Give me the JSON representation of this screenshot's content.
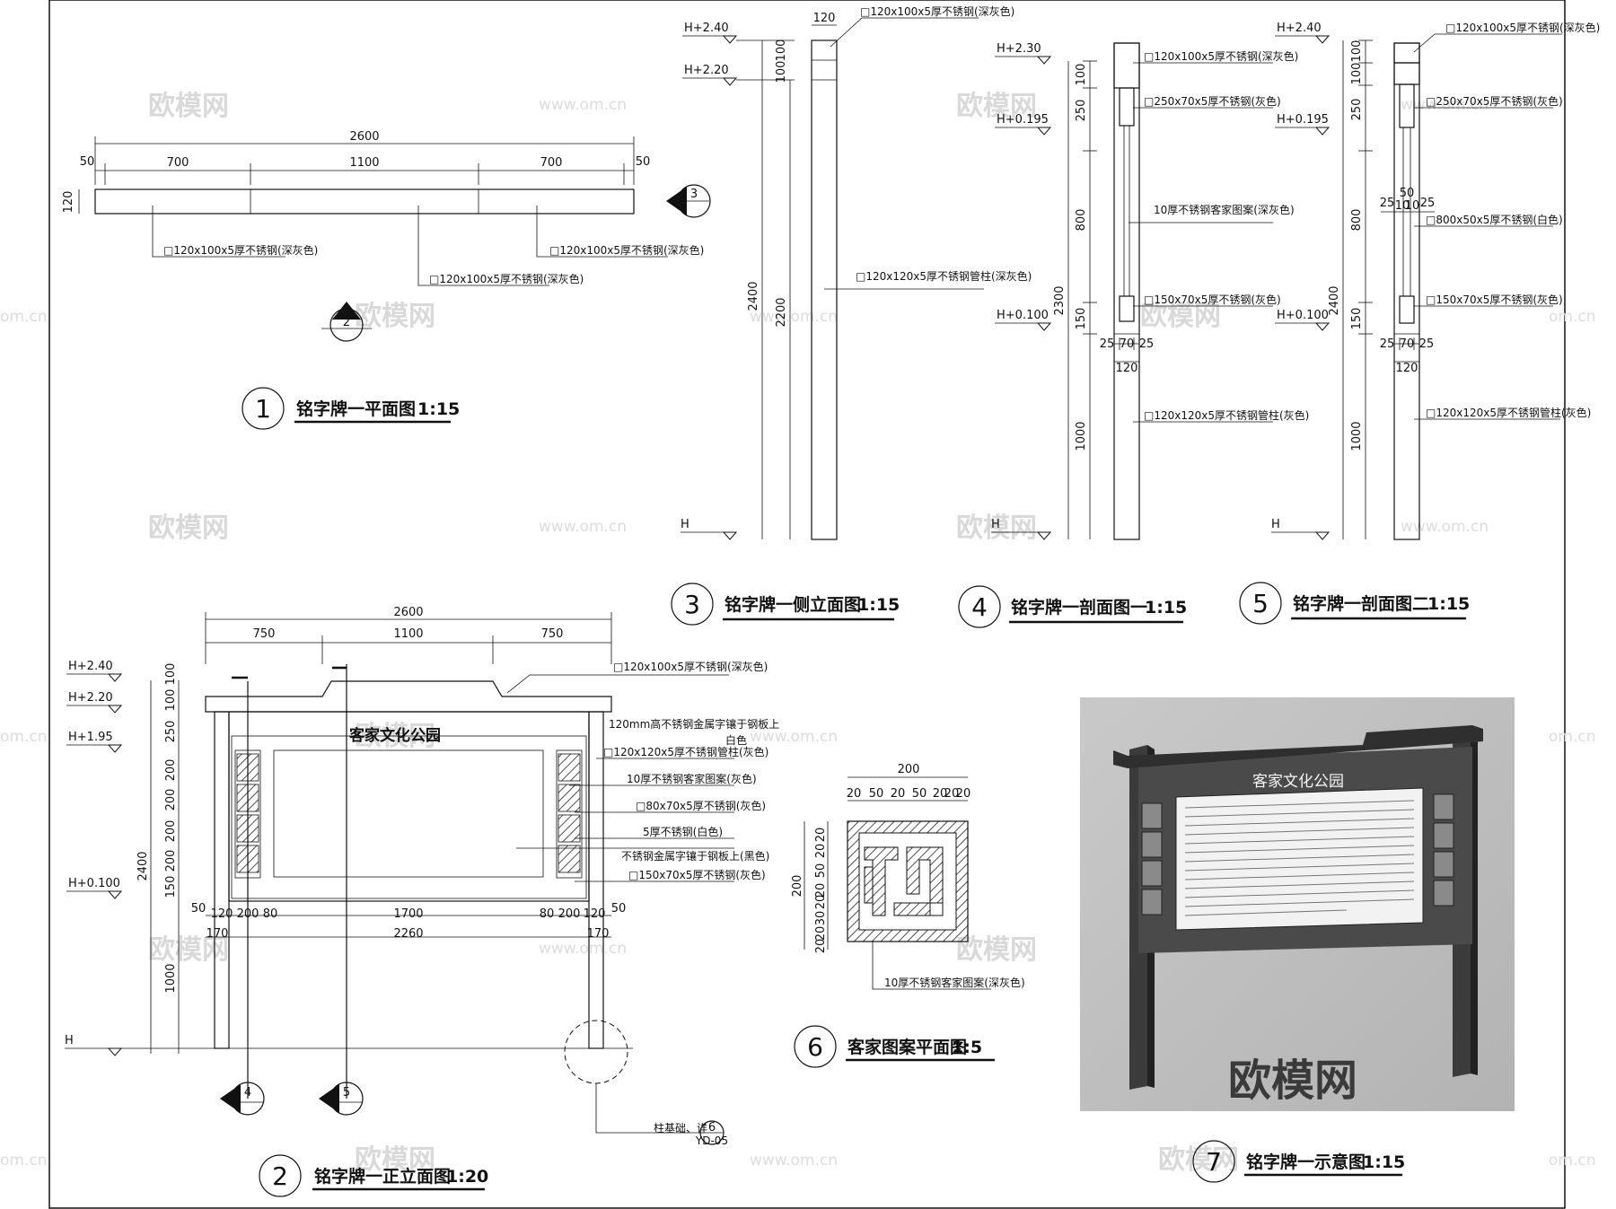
{
  "watermarks": {
    "brand": "欧模网",
    "url": "www.om.cn",
    "url_short": "om.cn"
  },
  "drawings": {
    "plan": {
      "number": "1",
      "title": "铭字牌一平面图",
      "scale": "1:15",
      "dims": {
        "overall": "2600",
        "end_l": "50",
        "seg1": "700",
        "seg2": "1100",
        "seg3": "700",
        "end_r": "50",
        "depth": "120"
      },
      "callouts": [
        "□120x100x5厚不锈钢(深灰色)",
        "□120x100x5厚不锈钢(深灰色)",
        "□120x100x5厚不锈钢(深灰色)"
      ],
      "section_marks": [
        "3",
        "2"
      ]
    },
    "side": {
      "number": "3",
      "title": "铭字牌一侧立面图",
      "scale": "1:15",
      "levels": [
        "H+2.40",
        "H+2.20",
        "H"
      ],
      "dims": {
        "width": "120",
        "top1": "100",
        "top2": "100",
        "overall": "2400",
        "post": "2200"
      },
      "callouts": [
        "□120x100x5厚不锈钢(深灰色)",
        "□120x120x5厚不锈钢管柱(深灰色)"
      ]
    },
    "section1": {
      "number": "4",
      "title": "铭字牌一剖面图一",
      "scale": "1:15",
      "levels": [
        "H+2.30",
        "H+0.195",
        "H+0.100",
        "H"
      ],
      "dims": {
        "d100": "100",
        "d250": "250",
        "d800": "800",
        "d150": "150",
        "d1000": "1000",
        "overall": "2300",
        "w_l": "25",
        "w_m": "70",
        "w_r": "25",
        "w_total": "120"
      },
      "callouts": [
        "□120x100x5厚不锈钢(深灰色)",
        "□250x70x5厚不锈钢(灰色)",
        "10厚不锈钢客家图案(深灰色)",
        "□150x70x5厚不锈钢(灰色)",
        "□120x120x5厚不锈钢管柱(灰色)"
      ]
    },
    "section2": {
      "number": "5",
      "title": "铭字牌一剖面图二",
      "scale": "1:15",
      "levels": [
        "H+2.40",
        "H+0.195",
        "H+0.100",
        "H"
      ],
      "dims": {
        "d100a": "100",
        "d100b": "100",
        "d250": "250",
        "d800": "800",
        "d150": "150",
        "d1000": "1000",
        "overall": "2400",
        "w_a": "25",
        "w_b": "50",
        "w_c": "10",
        "w_d": "10",
        "w_e": "25",
        "w_l": "25",
        "w_m": "70",
        "w_r": "25",
        "w_total": "120"
      },
      "callouts": [
        "□120x100x5厚不锈钢(深灰色)",
        "□250x70x5厚不锈钢(灰色)",
        "□800x50x5厚不锈钢(白色)",
        "□150x70x5厚不锈钢(灰色)",
        "□120x120x5厚不锈钢管柱(灰色)"
      ]
    },
    "front": {
      "number": "2",
      "title": "铭字牌一正立面图",
      "scale": "1:20",
      "sign_text": "客家文化公园",
      "levels": [
        "H+2.40",
        "H+2.20",
        "H+1.95",
        "H+0.100",
        "H"
      ],
      "dims_top": {
        "overall": "2600",
        "seg1": "750",
        "seg2": "1100",
        "seg3": "750"
      },
      "dims_left": [
        "100",
        "100",
        "250",
        "200",
        "200",
        "200",
        "200",
        "150",
        "1000",
        "2400"
      ],
      "dims_bottom": [
        "50",
        "120",
        "200",
        "80",
        "1700",
        "80",
        "200",
        "120",
        "50"
      ],
      "dims_bottom2": [
        "170",
        "2260",
        "170"
      ],
      "callouts": [
        "□120x100x5厚不锈钢(深灰色)",
        "120mm高不锈钢金属字镶于钢板上",
        "白色",
        "□120x120x5厚不锈钢管柱(灰色)",
        "10厚不锈钢客家图案(灰色)",
        "□80x70x5厚不锈钢(灰色)",
        "5厚不锈钢(白色)",
        "不锈钢金属字镶于钢板上(黑色)",
        "□150x70x5厚不锈钢(灰色)"
      ],
      "section_marks": [
        "4",
        "5"
      ],
      "detail_ref": {
        "note": "柱基础、详",
        "num": "6",
        "sheet": "YD-05"
      }
    },
    "pattern": {
      "number": "6",
      "title": "客家图案平面图",
      "scale": "1:5",
      "dims_top": {
        "overall": "200",
        "parts": [
          "20",
          "50",
          "20",
          "50",
          "20",
          "20",
          "20"
        ]
      },
      "dims_left": {
        "overall": "200",
        "parts": [
          "20",
          "20",
          "50",
          "20",
          "20",
          "30",
          "20",
          "20"
        ]
      },
      "callout": "10厚不锈钢客家图案(深灰色)"
    },
    "render": {
      "number": "7",
      "title": "铭字牌一示意图",
      "scale": "1:15",
      "sign_text": "客家文化公园",
      "brand": "欧模网"
    }
  }
}
